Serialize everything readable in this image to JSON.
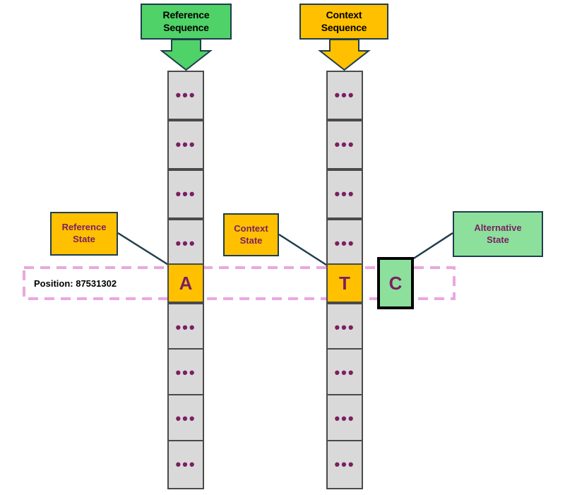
{
  "diagram": {
    "title": "Reference vs Context sequence alignment at a variant position",
    "colors": {
      "reference_green": "#4FD267",
      "context_orange": "#FFC000",
      "alt_green": "#8CE09C",
      "cell_gray": "#D9D9D9",
      "cell_border": "#4A4A4A",
      "box_border": "#1F3D4D",
      "text_purple": "#7A1F62",
      "dashed_pink": "#E9A8E0",
      "connector": "#1F3D4D"
    },
    "sources": [
      {
        "id": "reference-sequence",
        "label": "Reference\nSequence",
        "color": "#4FD267"
      },
      {
        "id": "context-sequence",
        "label": "Context\nSequence",
        "color": "#FFC000"
      }
    ],
    "callouts": [
      {
        "id": "reference-state",
        "label": "Reference\nState",
        "style": "orange"
      },
      {
        "id": "context-state",
        "label": "Context\nState",
        "style": "orange"
      },
      {
        "id": "alternative-state",
        "label": "Alternative\nState",
        "style": "green"
      }
    ],
    "position": {
      "label": "Position: 87531302",
      "value": "87531302",
      "prefix": "Position:"
    },
    "ellipsis": "•••",
    "columns": [
      {
        "id": "reference-column",
        "source": "reference-sequence",
        "cells": [
          {
            "kind": "ellipsis",
            "value": "•••"
          },
          {
            "kind": "ellipsis",
            "value": "•••"
          },
          {
            "kind": "ellipsis",
            "value": "•••"
          },
          {
            "kind": "ellipsis",
            "value": "•••"
          },
          {
            "kind": "state",
            "value": "A"
          },
          {
            "kind": "ellipsis",
            "value": "•••"
          },
          {
            "kind": "ellipsis",
            "value": "•••"
          },
          {
            "kind": "ellipsis",
            "value": "•••"
          },
          {
            "kind": "ellipsis",
            "value": "•••"
          }
        ]
      },
      {
        "id": "context-column",
        "source": "context-sequence",
        "cells": [
          {
            "kind": "ellipsis",
            "value": "•••"
          },
          {
            "kind": "ellipsis",
            "value": "•••"
          },
          {
            "kind": "ellipsis",
            "value": "•••"
          },
          {
            "kind": "ellipsis",
            "value": "•••"
          },
          {
            "kind": "state",
            "value": "T"
          },
          {
            "kind": "ellipsis",
            "value": "•••"
          },
          {
            "kind": "ellipsis",
            "value": "•••"
          },
          {
            "kind": "ellipsis",
            "value": "•••"
          },
          {
            "kind": "ellipsis",
            "value": "•••"
          }
        ]
      }
    ],
    "alternative_cell": {
      "id": "alternative-cell",
      "value": "C"
    }
  }
}
